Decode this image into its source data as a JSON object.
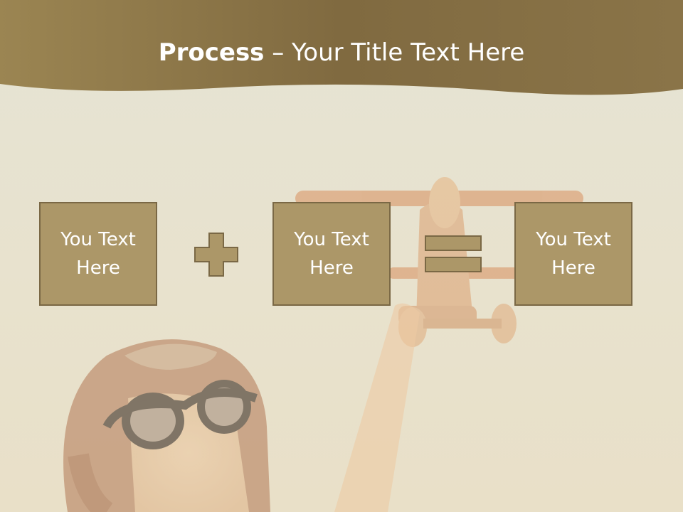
{
  "slide": {
    "title_bold": "Process",
    "title_rest": " – Your Title Text Here"
  },
  "process": {
    "steps": [
      {
        "line1": "You Text",
        "line2": "Here"
      },
      {
        "line1": "You Text",
        "line2": "Here"
      },
      {
        "line1": "You Text",
        "line2": "Here"
      }
    ],
    "operators": [
      "plus",
      "equals"
    ]
  },
  "colors": {
    "banner": "#8a7448",
    "background": "#e9e7d9",
    "box_fill": "#ac9768",
    "box_border": "#7a6845",
    "text": "#ffffff"
  },
  "icons": [
    "plus-icon",
    "equals-icon"
  ]
}
